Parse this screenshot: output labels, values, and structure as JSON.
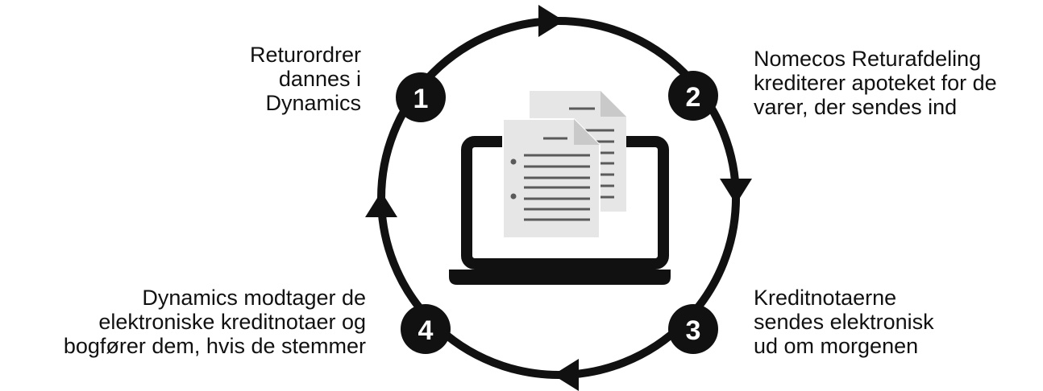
{
  "steps": [
    {
      "number": "1",
      "lines": [
        "Returordrer",
        "dannes i",
        "Dynamics"
      ]
    },
    {
      "number": "2",
      "lines": [
        "Nomecos Returafdeling",
        "krediterer apoteket for de",
        "varer, der sendes ind"
      ]
    },
    {
      "number": "3",
      "lines": [
        "Kreditnotaerne",
        "sendes elektronisk",
        "ud om morgenen"
      ]
    },
    {
      "number": "4",
      "lines": [
        "Dynamics modtager de",
        "elektroniske kreditnotaer og",
        "bogfører dem, hvis de stemmer"
      ]
    }
  ],
  "icons": {
    "center": "laptop-with-documents-icon",
    "cycle": "circular-arrows-icon"
  },
  "colors": {
    "ink": "#111111",
    "document_fill": "#e6e6e6",
    "document_lines": "#5a5a5a",
    "badge_text": "#ffffff"
  }
}
